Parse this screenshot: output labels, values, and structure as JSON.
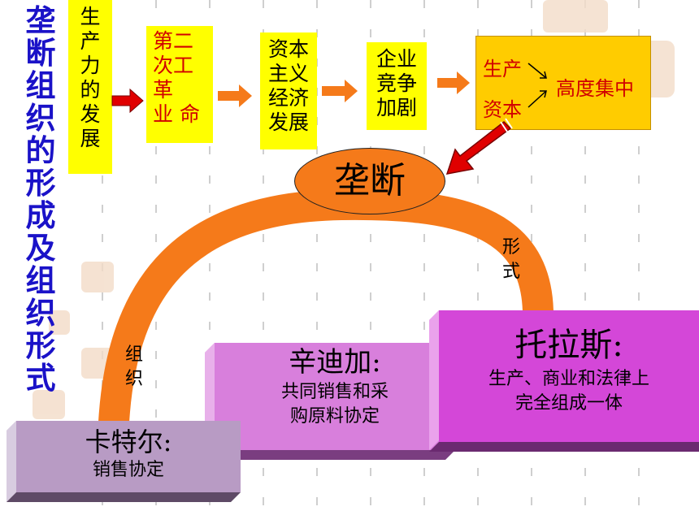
{
  "title": "垄断组织的形成及组织形式",
  "flow": {
    "box1": "生产力的发展",
    "box2": [
      "第二",
      "次工 革",
      "业 命"
    ],
    "box3": [
      "资本",
      "主义",
      "经济",
      "发展"
    ],
    "box4": [
      "企业",
      "竞争",
      "加剧"
    ],
    "box5": {
      "prod": "生产",
      "cap": "资本",
      "result": "高度集中"
    }
  },
  "monopoly": "垄断",
  "labels": {
    "organize": "组织",
    "form": "形式"
  },
  "forms": [
    {
      "name": "卡特尔:",
      "desc": "销售协定"
    },
    {
      "name": "辛迪加:",
      "desc": "共同销售和采购原料协定",
      "lines": [
        "共同销售和采",
        "购原料协定"
      ]
    },
    {
      "name": "托拉斯:",
      "desc": "生产、商业和法律上完全组成一体",
      "lines": [
        "生产、商业和法律上",
        "完全组成一体"
      ]
    }
  ],
  "colors": {
    "title": "#1a12c8",
    "yellow": "#ffff00",
    "orange": "#f57a1a",
    "gold": "#ffcc00",
    "red": "#d10000",
    "magenta": "#d447d8",
    "lilac": "#d87fdc",
    "gray": "#b89bc4"
  }
}
